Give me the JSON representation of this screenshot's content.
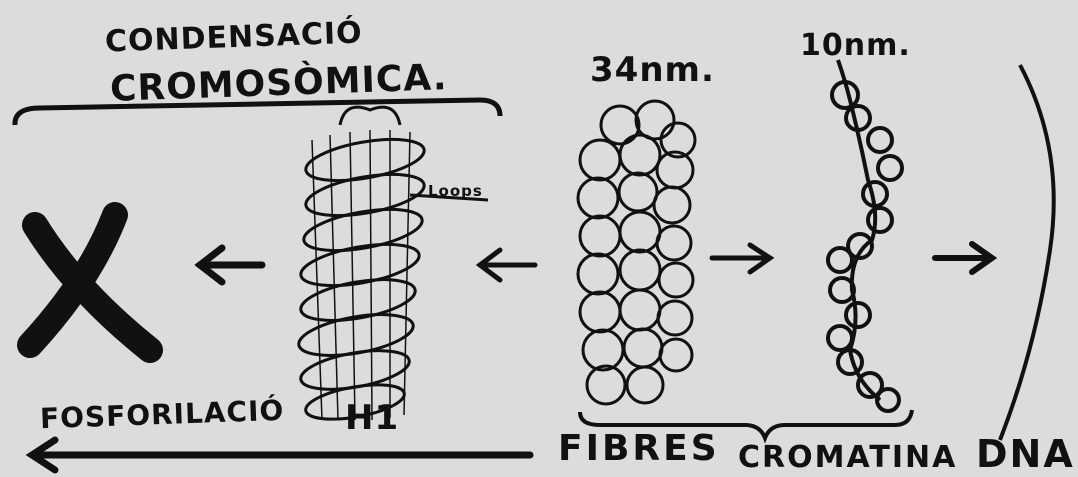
{
  "labels": {
    "title_line1": "CONDENSACIÓ",
    "title_line2": "CROMOSÒMICA.",
    "size_34nm": "34nm.",
    "size_10nm": "10nm.",
    "loops": "Loops",
    "fosforilacio": "FOSFORILACIÓ",
    "h1": "H1",
    "fibres": "FIBRES",
    "cromatina": "CROMATINA",
    "dna": "DNA"
  },
  "colors": {
    "background": "#dcdcdc",
    "ink": "#111111"
  }
}
